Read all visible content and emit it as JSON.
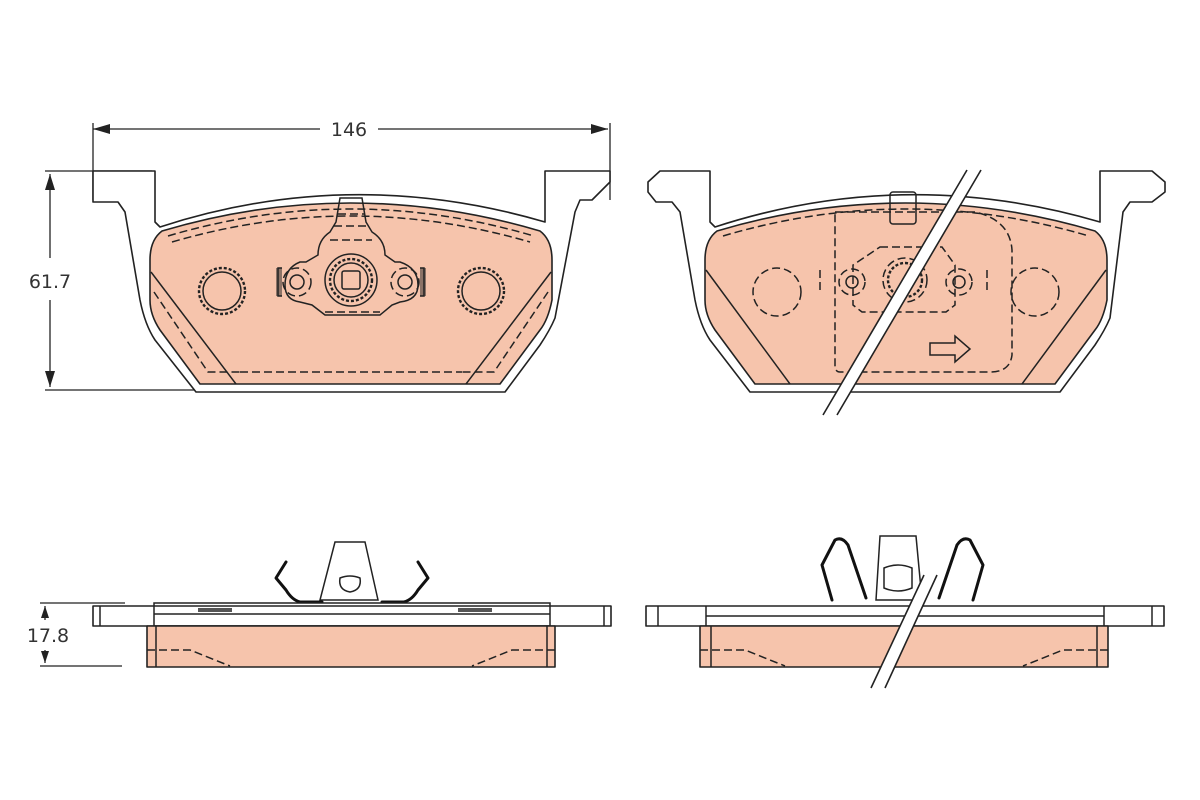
{
  "diagram": {
    "subject": "Brake pad set technical drawing",
    "colors": {
      "friction_fill": "#f6c4ac",
      "outline": "#222222",
      "background": "#ffffff"
    },
    "dimensions": {
      "width": "146",
      "height": "61.7",
      "thickness": "17.8"
    },
    "views": [
      {
        "id": "front-inner",
        "label": "Inner pad, face view (with clip)"
      },
      {
        "id": "front-outer",
        "label": "Outer pad, face view (with wear indicator, struck through)"
      },
      {
        "id": "side-inner",
        "label": "Inner pad, side view"
      },
      {
        "id": "side-outer",
        "label": "Outer pad, side view (struck through)"
      }
    ],
    "symbols": {
      "direction_arrow": "rotation-direction-arrow"
    }
  }
}
